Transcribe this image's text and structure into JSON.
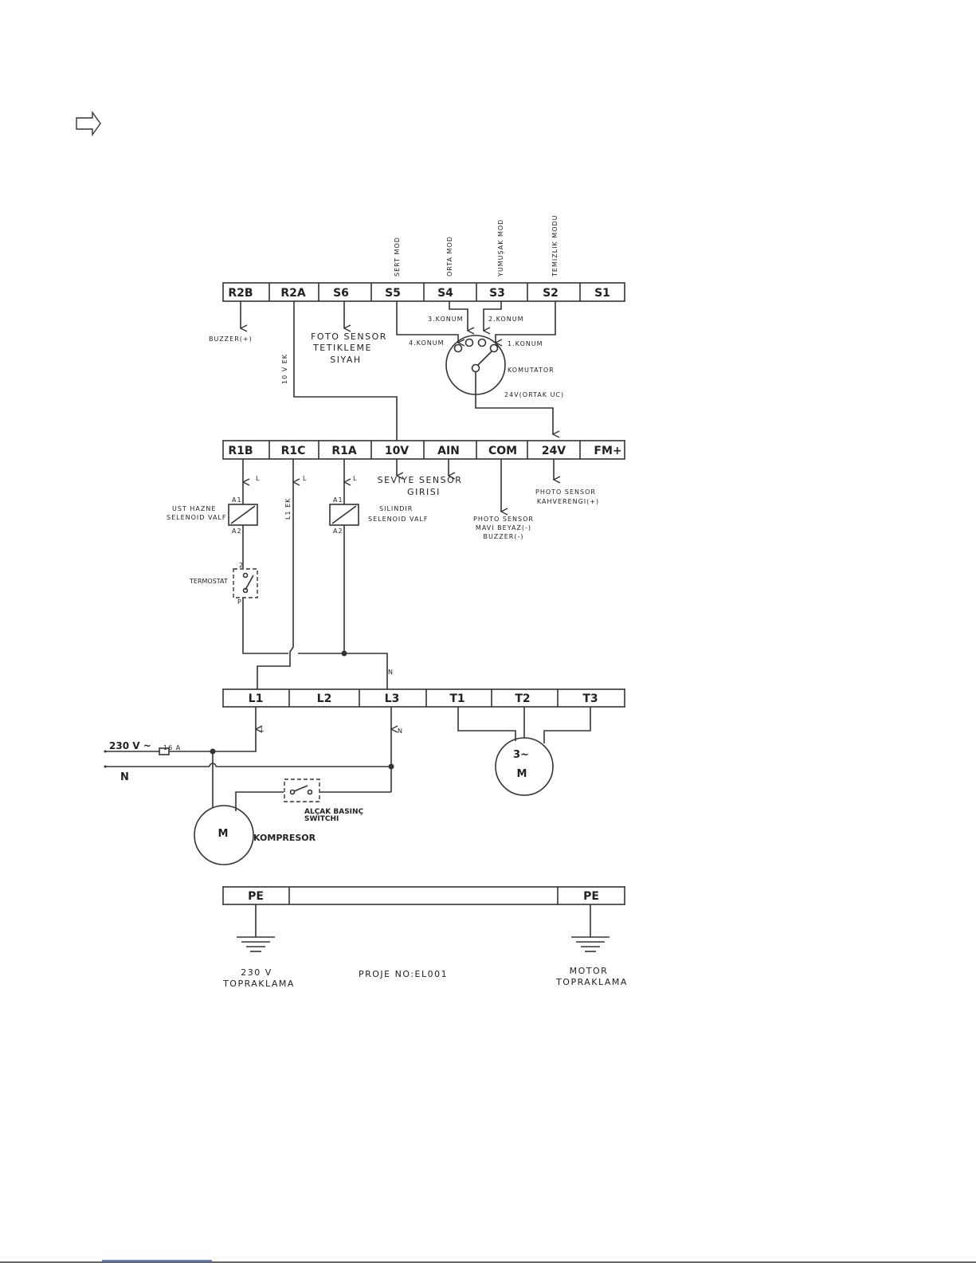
{
  "terminals": {
    "row1": [
      "R2B",
      "R2A",
      "S6",
      "S5",
      "S4",
      "S3",
      "S2",
      "S1"
    ],
    "row2": [
      "R1B",
      "R1C",
      "R1A",
      "10V",
      "AIN",
      "COM",
      "24V",
      "FM+"
    ],
    "row3": [
      "L1",
      "L2",
      "L3",
      "T1",
      "T2",
      "T3"
    ],
    "row4": [
      "PE",
      "PE"
    ]
  },
  "modes": {
    "s5": "SERT MOD",
    "s4": "ORTA MOD",
    "s3": "YUMUŞAK MOD",
    "s2": "TEMIZLIK MODU"
  },
  "labels": {
    "buzzer_plus": "BUZZER(+)",
    "foto_sensor_1": "FOTO SENSOR",
    "foto_sensor_2": "TETIKLEME",
    "foto_sensor_3": "SIYAH",
    "ten_v_ek": "10 V EK",
    "konum3": "3.KONUM",
    "konum2": "2.KONUM",
    "konum4": "4.KONUM",
    "konum1": "1.KONUM",
    "komutator": "KOMUTATOR",
    "ortak_uc": "24V(ORTAK UC)",
    "l_label": "L",
    "l1_ek": "L1 EK",
    "seviye_1": "SEVIYE SENSOR",
    "seviye_2": "GIRISI",
    "photo_com_1": "PHOTO SENSOR",
    "photo_com_2": "MAVI BEYAZ(-)",
    "photo_com_3": "BUZZER(-)",
    "photo_24_1": "PHOTO SENSOR",
    "photo_24_2": "KAHVERENGI(+)",
    "ust_hazne_1": "UST HAZNE",
    "ust_hazne_2": "SELENOID VALF",
    "silindir_1": "SILINDIR",
    "silindir_2": "SELENOID VALF",
    "pin_a1": "A1",
    "pin_a2": "A2",
    "termostat": "TERMOSTAT",
    "pin_2": "2",
    "pin_p": "P",
    "n_label": "N",
    "supply": "230 V ~",
    "fuse": "16 A",
    "neutral": "N",
    "alcak_1": "ALÇAK BASINÇ",
    "alcak_2": "SWITCHI",
    "motor_m": "M",
    "kompresor": "KOMPRESOR",
    "motor3_1": "3~",
    "motor3_2": "M",
    "topraklama_230_1": "230 V",
    "topraklama_230_2": "TOPRAKLAMA",
    "proje": "PROJE NO:EL001",
    "motor_topraklama_1": "MOTOR",
    "motor_topraklama_2": "TOPRAKLAMA"
  }
}
